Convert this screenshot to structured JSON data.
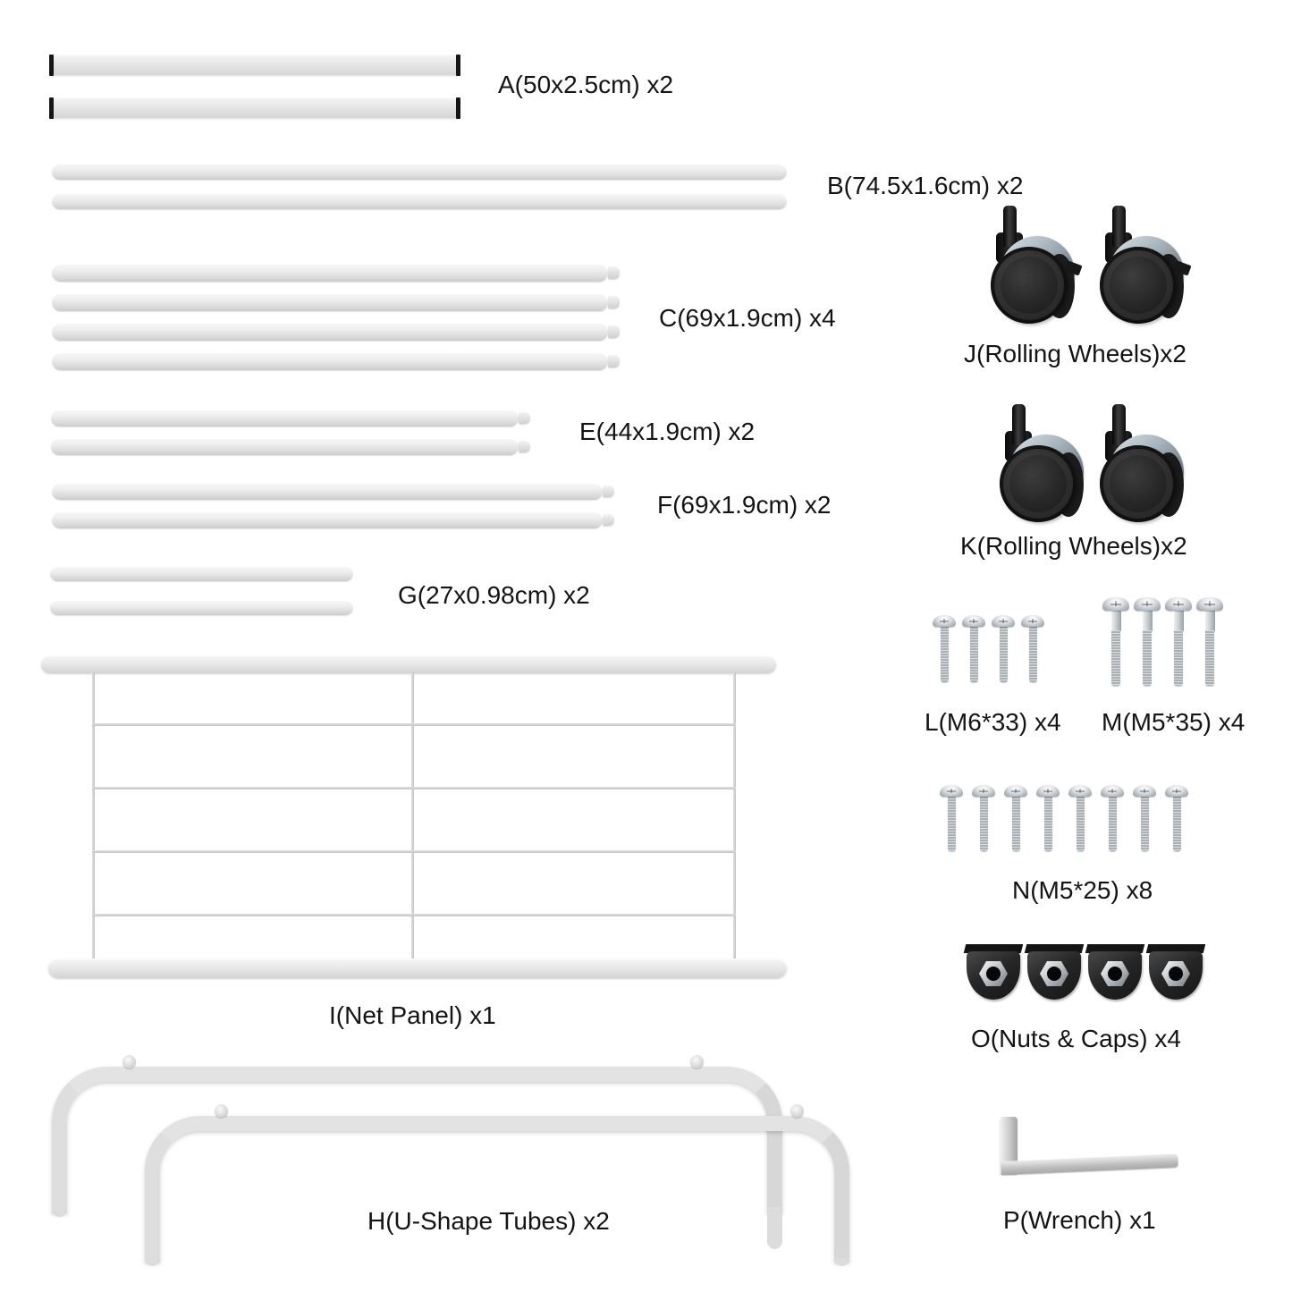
{
  "diagram_title": "Assembly parts list",
  "colors": {
    "background": "#ffffff",
    "text": "#141414",
    "tube": "#e6e6e6",
    "wheel_disc": "#1f1f1f",
    "fork_steel": "#a7b3bc",
    "bolt_steel": "#c4cacd",
    "cap_plastic": "#262626"
  },
  "parts": {
    "A": {
      "label": "A(50x2.5cm) x2",
      "count": 2,
      "type": "flat bar"
    },
    "B": {
      "label": "B(74.5x1.6cm) x2",
      "count": 2,
      "type": "tube"
    },
    "C": {
      "label": "C(69x1.9cm) x4",
      "count": 4,
      "type": "tube"
    },
    "E": {
      "label": "E(44x1.9cm) x2",
      "count": 2,
      "type": "tube"
    },
    "F": {
      "label": "F(69x1.9cm) x2",
      "count": 2,
      "type": "tube"
    },
    "G": {
      "label": "G(27x0.98cm) x2",
      "count": 2,
      "type": "tube"
    },
    "H": {
      "label": "H(U-Shape Tubes) x2",
      "count": 2,
      "type": "u-shape tube"
    },
    "I": {
      "label": "I(Net Panel) x1",
      "count": 1,
      "type": "net panel"
    },
    "J": {
      "label": "J(Rolling Wheels)x2",
      "count": 2,
      "type": "caster wheel"
    },
    "K": {
      "label": "K(Rolling Wheels)x2",
      "count": 2,
      "type": "caster wheel"
    },
    "L": {
      "label": "L(M6*33) x4",
      "count": 4,
      "type": "bolt"
    },
    "M": {
      "label": "M(M5*35) x4",
      "count": 4,
      "type": "bolt"
    },
    "N": {
      "label": "N(M5*25) x8",
      "count": 8,
      "type": "bolt"
    },
    "O": {
      "label": "O(Nuts & Caps) x4",
      "count": 4,
      "type": "nut and cap"
    },
    "P": {
      "label": "P(Wrench) x1",
      "count": 1,
      "type": "allen wrench"
    }
  }
}
